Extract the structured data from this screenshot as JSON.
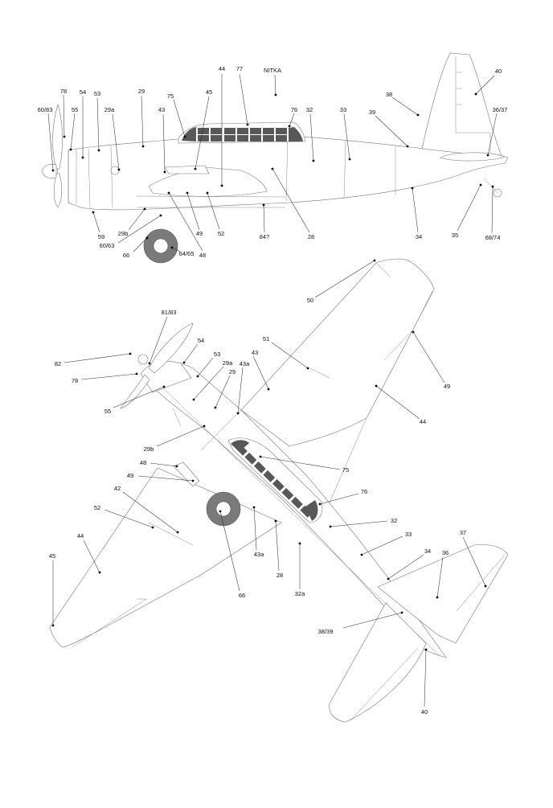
{
  "side_view": {
    "callouts": [
      {
        "id": "78",
        "text": "78"
      },
      {
        "id": "54",
        "text": "54"
      },
      {
        "id": "53",
        "text": "53"
      },
      {
        "id": "60_83",
        "text": "60/83"
      },
      {
        "id": "55",
        "text": "55"
      },
      {
        "id": "29a",
        "text": "29a"
      },
      {
        "id": "29",
        "text": "29"
      },
      {
        "id": "75",
        "text": "75"
      },
      {
        "id": "43",
        "text": "43"
      },
      {
        "id": "45",
        "text": "45"
      },
      {
        "id": "44",
        "text": "44"
      },
      {
        "id": "77",
        "text": "77"
      },
      {
        "id": "nitka",
        "text": "NITKA"
      },
      {
        "id": "76",
        "text": "76"
      },
      {
        "id": "32",
        "text": "32"
      },
      {
        "id": "33",
        "text": "33"
      },
      {
        "id": "38",
        "text": "38"
      },
      {
        "id": "39",
        "text": "39"
      },
      {
        "id": "40",
        "text": "40"
      },
      {
        "id": "36_37",
        "text": "36/37"
      },
      {
        "id": "59",
        "text": "59"
      },
      {
        "id": "29b",
        "text": "29b"
      },
      {
        "id": "60_63",
        "text": "60/63"
      },
      {
        "id": "66",
        "text": "66"
      },
      {
        "id": "64_65",
        "text": "64/65"
      },
      {
        "id": "48",
        "text": "48"
      },
      {
        "id": "49",
        "text": "49"
      },
      {
        "id": "52",
        "text": "52"
      },
      {
        "id": "84q",
        "text": "84?"
      },
      {
        "id": "28",
        "text": "28"
      },
      {
        "id": "34",
        "text": "34"
      },
      {
        "id": "35",
        "text": "35"
      },
      {
        "id": "68_74",
        "text": "68/74"
      }
    ]
  },
  "top_view": {
    "callouts": [
      {
        "id": "50",
        "text": "50"
      },
      {
        "id": "81_83",
        "text": "81/83"
      },
      {
        "id": "54",
        "text": "54"
      },
      {
        "id": "82",
        "text": "82"
      },
      {
        "id": "53",
        "text": "53"
      },
      {
        "id": "51",
        "text": "51"
      },
      {
        "id": "43",
        "text": "43"
      },
      {
        "id": "43a_top",
        "text": "43a"
      },
      {
        "id": "29a",
        "text": "29a"
      },
      {
        "id": "29",
        "text": "29"
      },
      {
        "id": "78",
        "text": "78"
      },
      {
        "id": "49r",
        "text": "49"
      },
      {
        "id": "55",
        "text": "55"
      },
      {
        "id": "44r",
        "text": "44"
      },
      {
        "id": "29b",
        "text": "29b"
      },
      {
        "id": "75",
        "text": "75"
      },
      {
        "id": "48",
        "text": "48"
      },
      {
        "id": "49",
        "text": "49"
      },
      {
        "id": "42",
        "text": "42"
      },
      {
        "id": "76",
        "text": "76"
      },
      {
        "id": "52",
        "text": "52"
      },
      {
        "id": "32",
        "text": "32"
      },
      {
        "id": "44",
        "text": "44"
      },
      {
        "id": "33",
        "text": "33"
      },
      {
        "id": "37",
        "text": "37"
      },
      {
        "id": "34",
        "text": "34"
      },
      {
        "id": "36",
        "text": "36"
      },
      {
        "id": "45",
        "text": "45"
      },
      {
        "id": "43a",
        "text": "43a"
      },
      {
        "id": "28",
        "text": "28"
      },
      {
        "id": "32a",
        "text": "32a"
      },
      {
        "id": "66",
        "text": "66"
      },
      {
        "id": "38_39",
        "text": "38/39"
      },
      {
        "id": "40",
        "text": "40"
      }
    ]
  }
}
